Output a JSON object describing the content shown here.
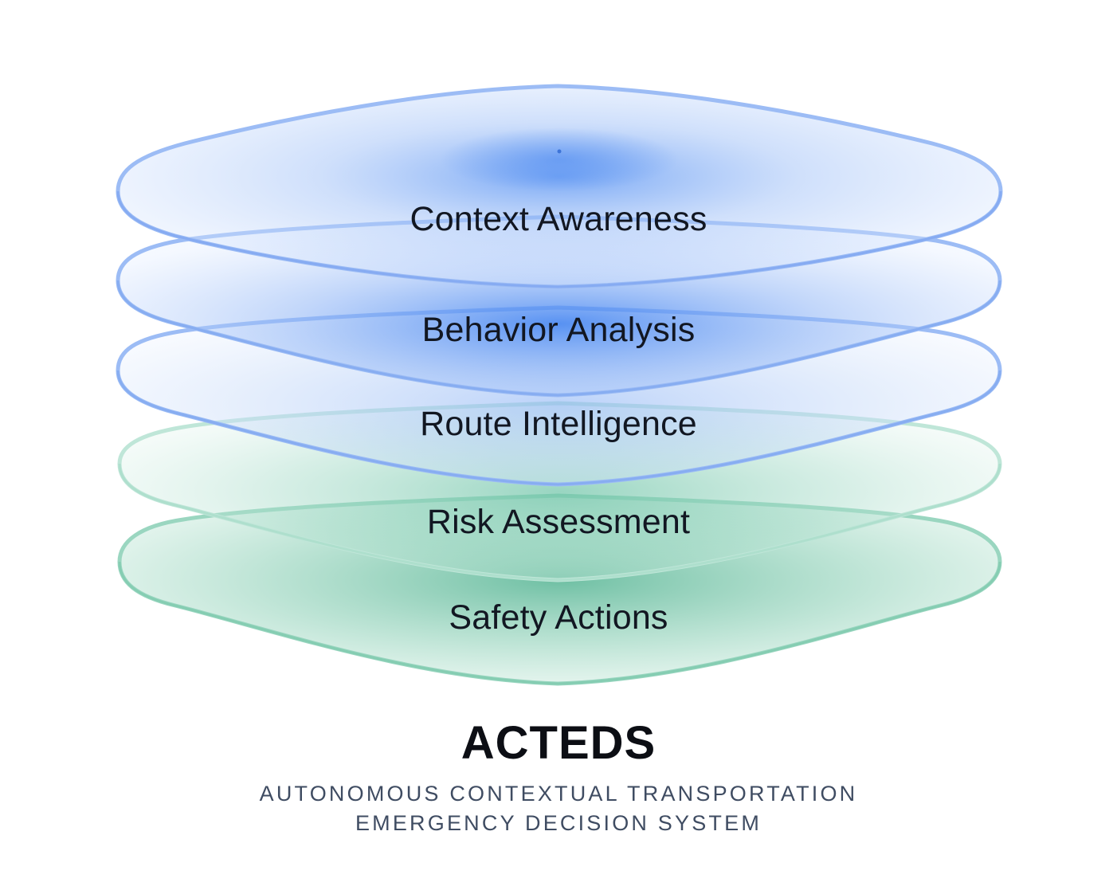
{
  "layers": [
    {
      "label": "Context Awareness",
      "tone": "blue"
    },
    {
      "label": "Behavior Analysis",
      "tone": "blue"
    },
    {
      "label": "Route Intelligence",
      "tone": "blue"
    },
    {
      "label": "Risk Assessment",
      "tone": "green"
    },
    {
      "label": "Safety Actions",
      "tone": "green"
    }
  ],
  "brand": {
    "title": "ACTEDS",
    "subtitle_line1": "AUTONOMOUS CONTEXTUAL TRANSPORTATION",
    "subtitle_line2": "EMERGENCY DECISION SYSTEM"
  },
  "colors": {
    "blue_edge": "#7fa6f0",
    "blue_fill": "#5b93f2",
    "green_edge": "#8ecfb8",
    "green_fill": "#5cb89a",
    "text": "#121722",
    "subtitle": "#3f4c62"
  }
}
